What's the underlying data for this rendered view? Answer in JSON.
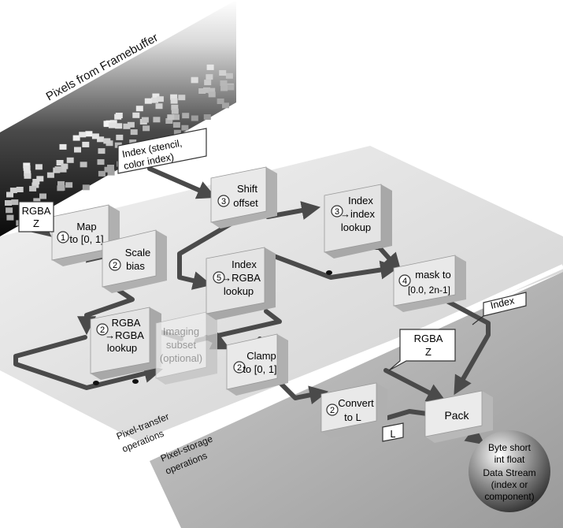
{
  "title": "Pixels from Framebuffer",
  "labels": {
    "rgba_z_top": [
      "RGBA",
      "Z"
    ],
    "index_source": [
      "Index (stencil,",
      "color index)"
    ],
    "index_out": "Index",
    "rgba_z_out": [
      "RGBA",
      "Z"
    ],
    "l_out": "L",
    "pixel_transfer": [
      "Pixel-transfer",
      "operations"
    ],
    "pixel_storage": [
      "Pixel-storage",
      "operations"
    ]
  },
  "blocks": {
    "map": {
      "num": "1",
      "lines": [
        "Map",
        "to [0, 1]"
      ]
    },
    "scale": {
      "num": "2",
      "lines": [
        "Scale",
        "bias"
      ]
    },
    "rgba_lookup": {
      "num": "2",
      "lines": [
        "RGBA",
        "→RGBA",
        "lookup"
      ]
    },
    "imaging": {
      "num": "",
      "lines": [
        "Imaging",
        "subset",
        "(optional)"
      ]
    },
    "clamp": {
      "num": "2",
      "lines": [
        "Clamp",
        "to [0, 1]"
      ]
    },
    "shift": {
      "num": "3",
      "lines": [
        "Shift",
        "offset"
      ]
    },
    "index_rgba": {
      "num": "5",
      "lines": [
        "Index",
        "→RGBA",
        "lookup"
      ]
    },
    "index_index": {
      "num": "3",
      "lines": [
        "Index",
        "→index",
        "lookup"
      ]
    },
    "mask": {
      "num": "4",
      "lines": [
        "mask to",
        "[0.0, 2n-1]"
      ]
    },
    "convert": {
      "num": "2",
      "lines": [
        "Convert",
        "to L"
      ]
    },
    "pack": {
      "num": "",
      "lines": [
        "Pack"
      ]
    }
  },
  "output": {
    "lines": [
      "Byte short",
      "int float",
      "Data Stream",
      "(index or",
      "component)"
    ]
  }
}
